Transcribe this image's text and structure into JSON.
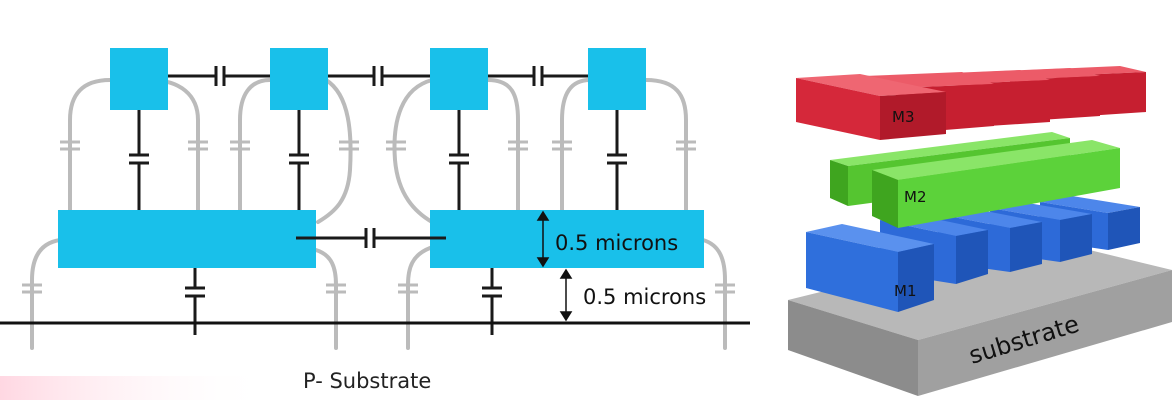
{
  "left_diagram": {
    "dimension_between_layers": "0.5 microns",
    "dimension_to_substrate": "0.5 microns",
    "substrate_label": "P- Substrate",
    "colors": {
      "conductor": "#19c0ea",
      "wire": "#bbbbbb",
      "capacitor": "#1a1a1a"
    }
  },
  "right_diagram": {
    "layer_top": "M3",
    "layer_middle": "M2",
    "layer_bottom": "M1",
    "substrate_label": "substrate",
    "colors": {
      "m3": "#d5283a",
      "m2": "#5cd23a",
      "m1": "#2f6fdc",
      "substrate": "#9a9a9a"
    }
  }
}
